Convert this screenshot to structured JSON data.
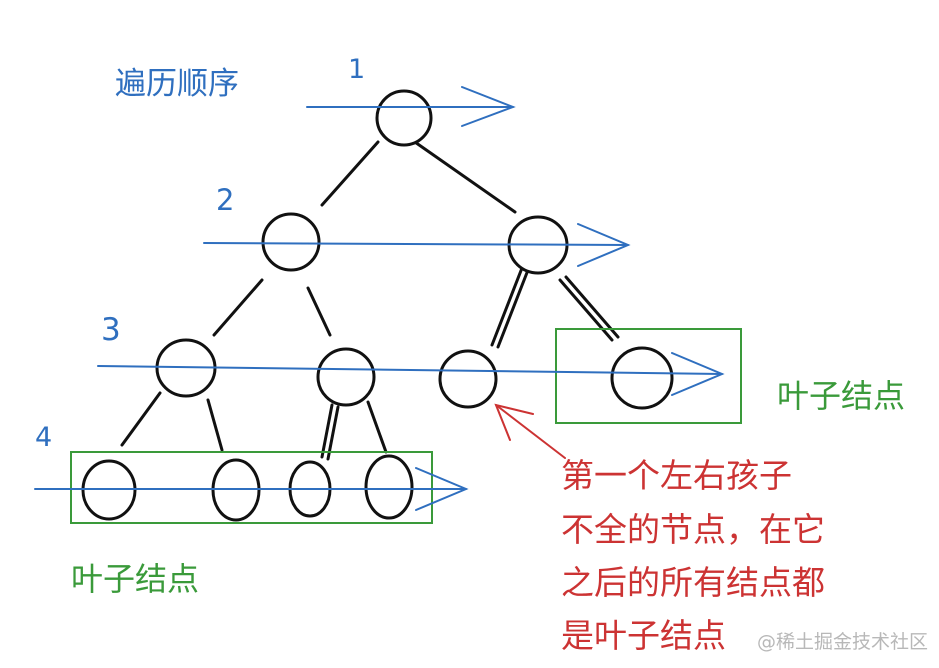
{
  "title": "遍历顺序",
  "levels": [
    "1",
    "2",
    "3",
    "4"
  ],
  "leaf_label": "叶子结点",
  "note_lines": [
    "第一个左右孩子",
    "不全的节点，在它",
    "之后的所有结点都",
    "是叶子结点"
  ],
  "watermark": "@稀土掘金技术社区",
  "colors": {
    "arrow": "#2f6fbf",
    "leaf_box": "#3a9a3a",
    "note": "#cc3333",
    "ink": "#111111"
  }
}
